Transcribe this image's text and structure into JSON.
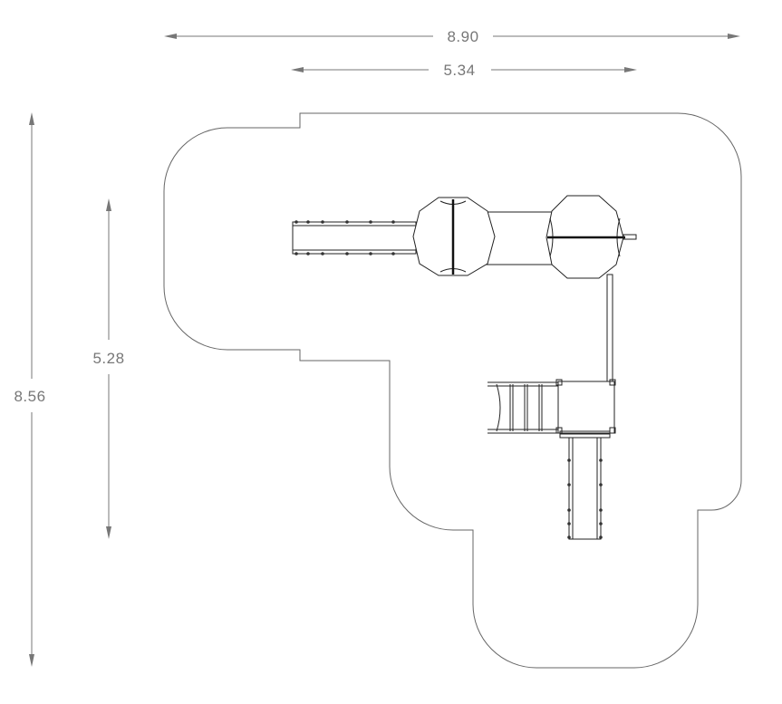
{
  "dimensions": {
    "overall_width": "8.90",
    "structure_width": "5.34",
    "overall_depth": "8.56",
    "structure_depth": "5.28"
  },
  "colors": {
    "dimension": "#777777",
    "zone_outline": "#666666",
    "equipment": "#222222",
    "background": "#ffffff"
  }
}
